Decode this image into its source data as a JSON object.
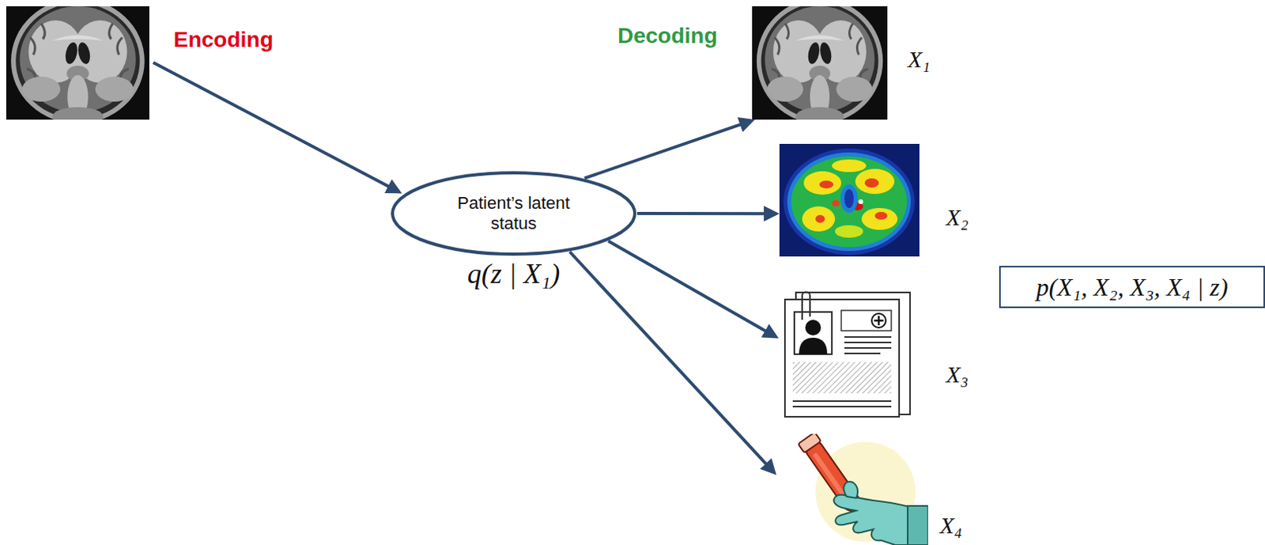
{
  "diagram": {
    "nodes": [
      {
        "text": [
          "Patient’s latent status",
          "q(z | X₁)"
        ]
      },
      {
        "text": [
          "X₁"
        ]
      },
      {
        "text": [
          "X₂"
        ]
      },
      {
        "text": [
          "X₃"
        ]
      },
      {
        "text": [
          "X₄"
        ]
      },
      {
        "text": [
          "p(X₁, X₂, X₃, X₄ | z)"
        ]
      }
    ],
    "edges": [
      {
        "from": 0,
        "to": 1,
        "arrow": "to"
      },
      {
        "from": 0,
        "to": 2,
        "arrow": "to"
      },
      {
        "from": 0,
        "to": 3,
        "arrow": "to"
      },
      {
        "from": 0,
        "to": 4,
        "arrow": "to"
      }
    ],
    "labels": [
      "Encoding",
      "Decoding"
    ]
  }
}
